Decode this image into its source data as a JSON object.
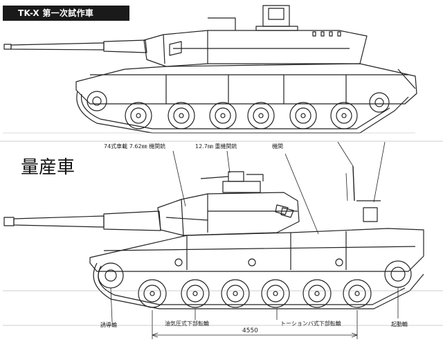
{
  "top_title": "TK-X 第一次試作車",
  "production_label": "量産車",
  "annotations": {
    "mg_coax": "74式車載 7.62㎜ 機関銃",
    "mg_heavy": "12.7㎜ 重機関銃",
    "engine": "機関",
    "idler": "誘導輪",
    "roadwheel_front": "油気圧式下部転輪",
    "roadwheel_rear": "トーションバ式下部転輪",
    "sprocket": "起動輪"
  },
  "dimensions": {
    "length_wheelbase": "4550"
  }
}
